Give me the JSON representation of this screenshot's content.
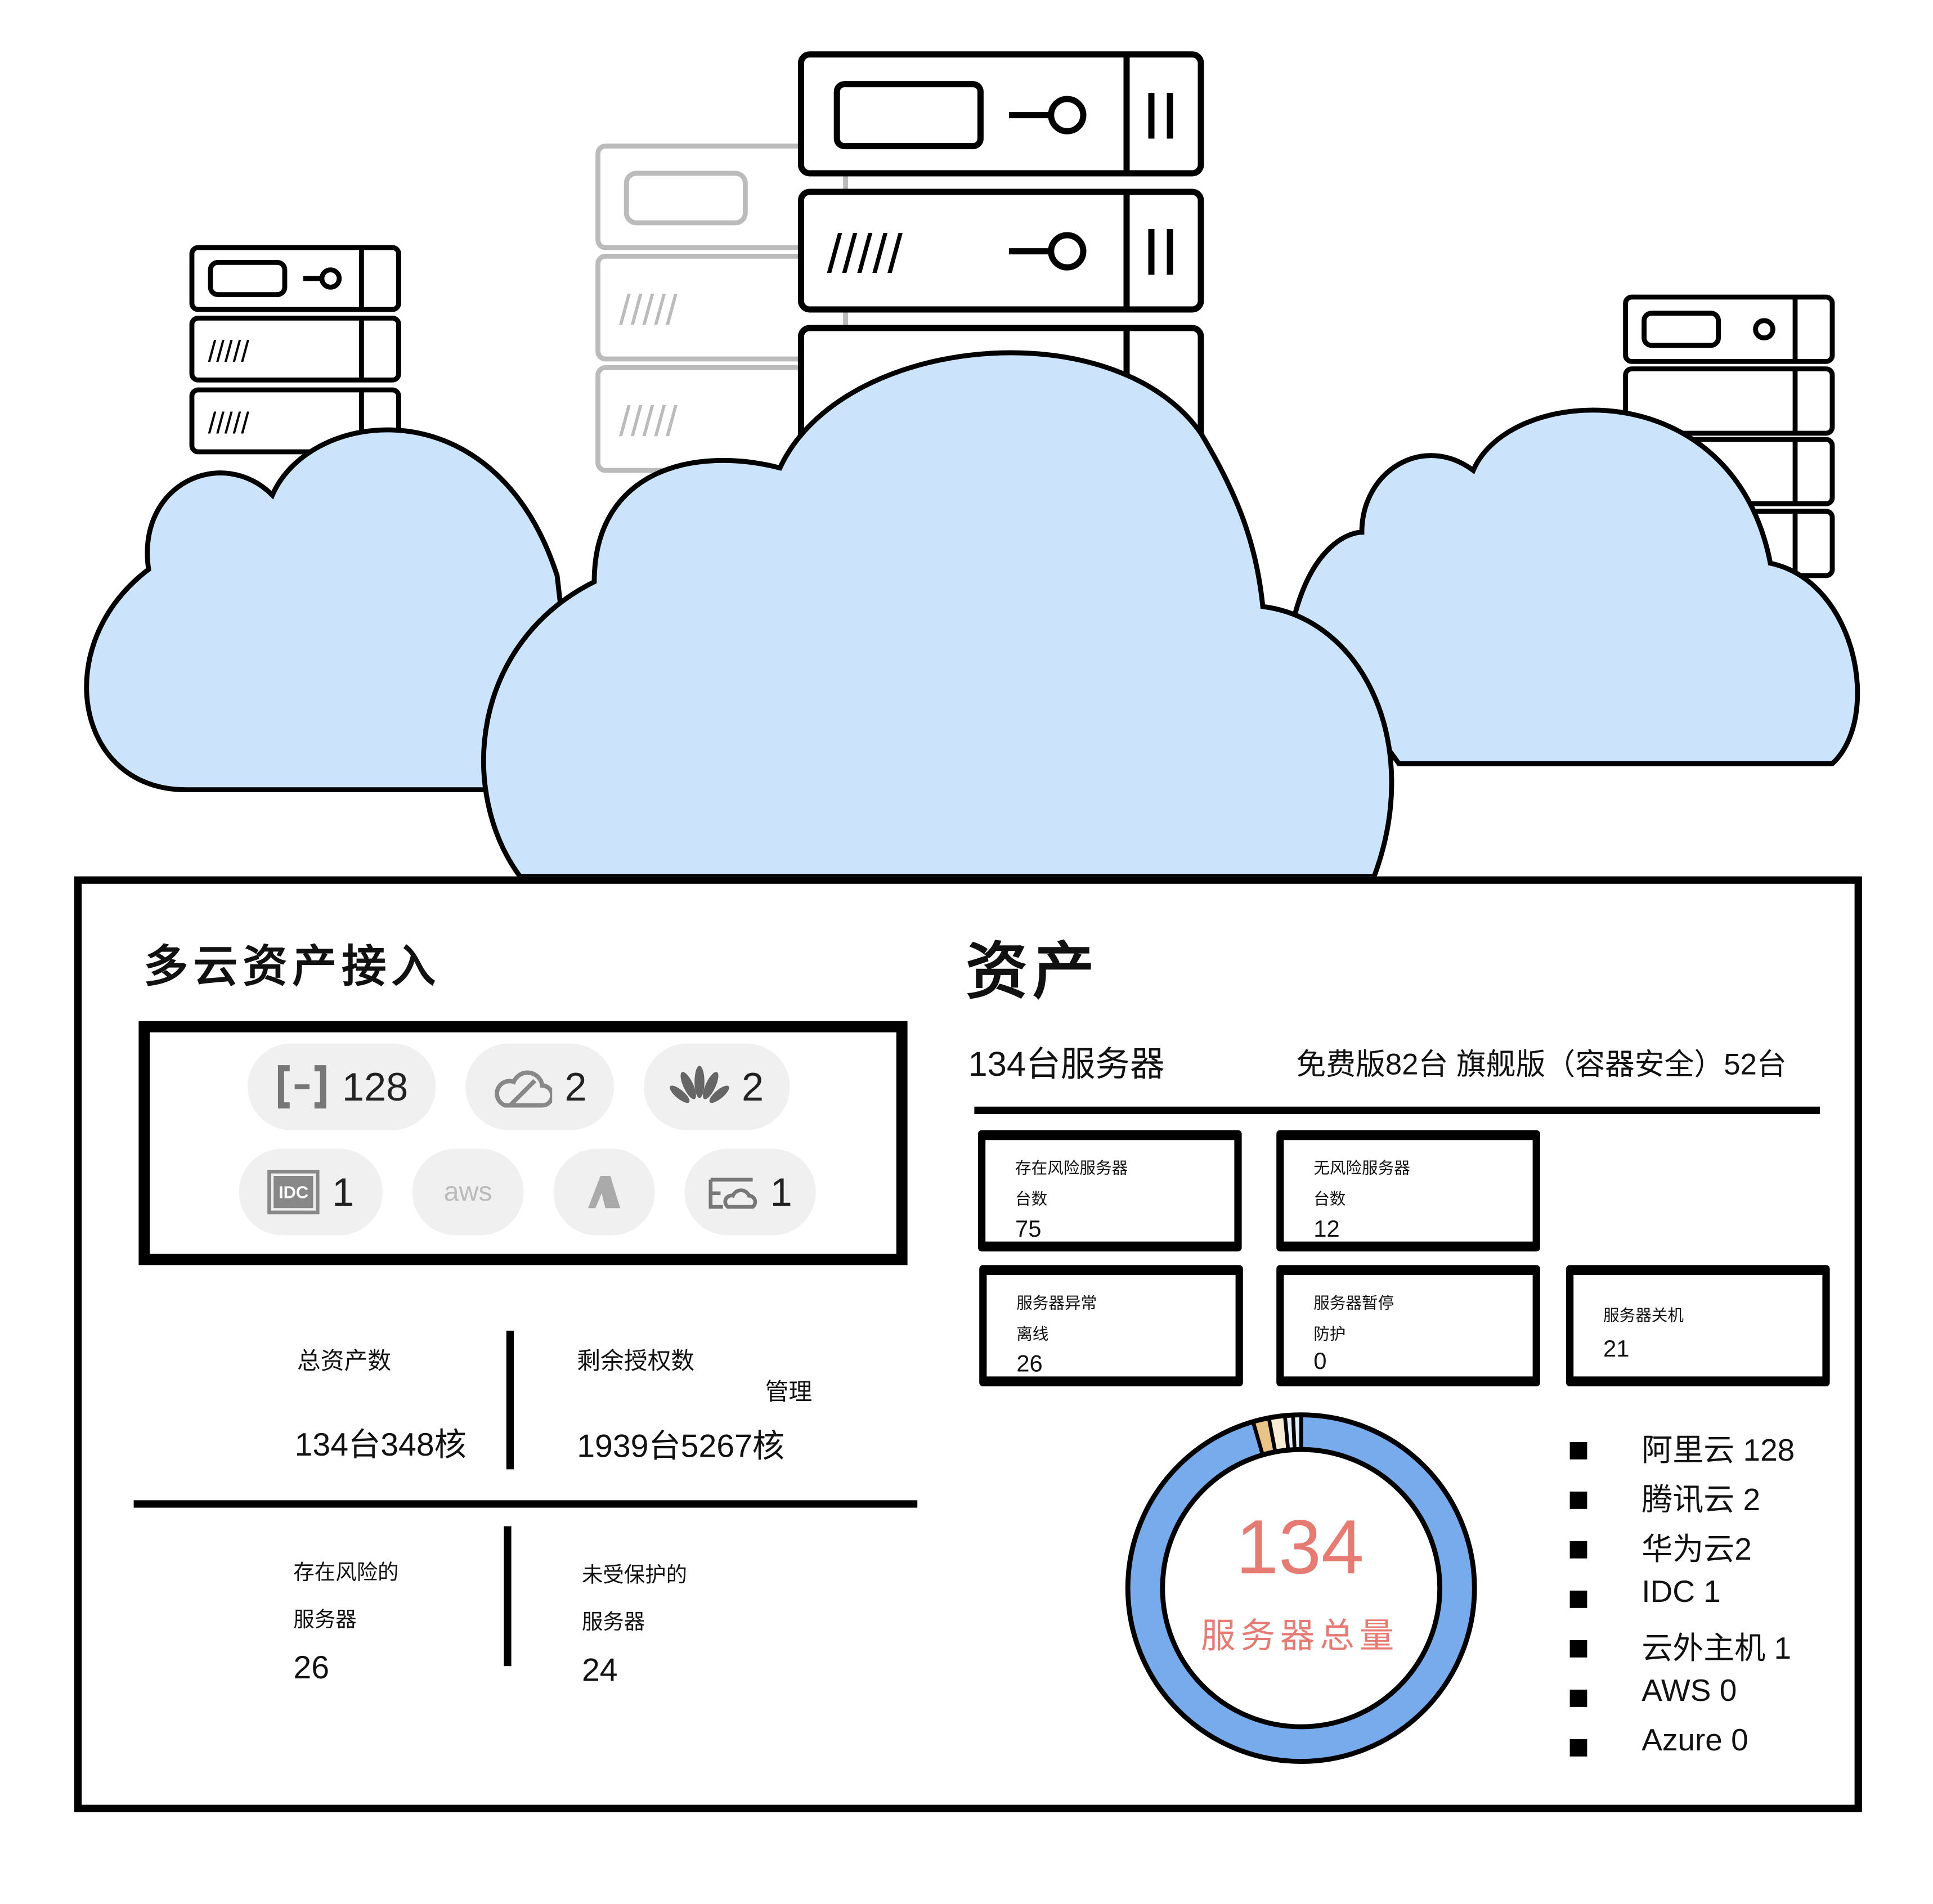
{
  "left_panel": {
    "title": "多云资产接入",
    "providers": [
      {
        "name": "aliyun",
        "icon": "aliyun-icon",
        "count": "128"
      },
      {
        "name": "tencent-cloud",
        "icon": "tencent-cloud-icon",
        "count": "2"
      },
      {
        "name": "huawei-cloud",
        "icon": "huawei-icon",
        "count": "2"
      },
      {
        "name": "idc",
        "icon": "idc-icon",
        "icon_text": "IDC",
        "count": "1"
      },
      {
        "name": "aws",
        "icon": "aws-icon",
        "icon_text": "aws",
        "count": ""
      },
      {
        "name": "azure",
        "icon": "azure-icon",
        "count": ""
      },
      {
        "name": "off-cloud-host",
        "icon": "off-cloud-host-icon",
        "count": "1"
      }
    ],
    "total_assets_label": "总资产数",
    "total_assets_value": "134台348核",
    "remaining_license_label": "剩余授权数",
    "manage_link": "管理",
    "remaining_license_value": "1939台5267核",
    "risk_servers_label_1": "存在风险的",
    "risk_servers_label_2": "服务器",
    "risk_servers_value": "26",
    "unprotected_label_1": "未受保护的",
    "unprotected_label_2": "服务器",
    "unprotected_value": "24"
  },
  "right_panel": {
    "title": "资产",
    "server_count": "134台服务器",
    "edition_summary": "免费版82台  旗舰版（容器安全）52台",
    "cards": [
      {
        "label1": "存在风险服务器",
        "label2": "台数",
        "value": "75"
      },
      {
        "label1": "无风险服务器",
        "label2": "台数",
        "value": "12"
      },
      {
        "label1": "服务器异常",
        "label2": "离线",
        "value": "26"
      },
      {
        "label1": "服务器暂停",
        "label2": "防护",
        "value": "0"
      },
      {
        "label1": "服务器关机",
        "label2": "",
        "value": "21"
      }
    ]
  },
  "chart_data": {
    "type": "pie",
    "subtype": "donut",
    "center_value": "134",
    "center_label": "服务器总量",
    "categories": [
      "阿里云",
      "腾讯云",
      "华为云",
      "IDC",
      "云外主机",
      "AWS",
      "Azure"
    ],
    "values": [
      128,
      2,
      2,
      1,
      1,
      0,
      0
    ],
    "legend_text": [
      "阿里云 128",
      "腾讯云 2",
      "华为云2",
      "IDC 1",
      "云外主机 1",
      "AWS 0",
      "Azure 0"
    ],
    "colors": [
      "#78abeb",
      "#e9c486",
      "#f8ebd6",
      "#e3effc",
      "#e3effc",
      "#cccccc",
      "#cccccc"
    ],
    "legend_position": "right",
    "center_color": "#e57b72"
  }
}
